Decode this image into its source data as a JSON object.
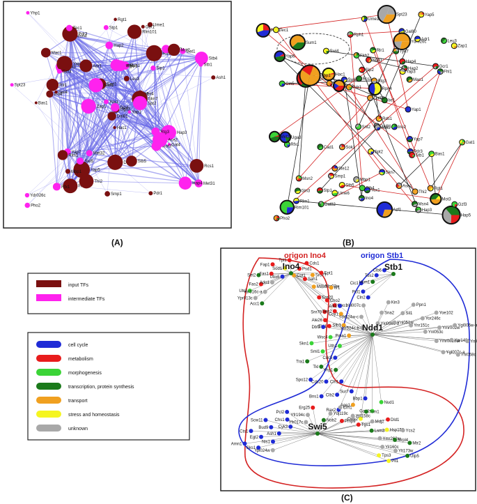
{
  "panel_a": {
    "caption": "(A)",
    "labels": [
      "Hac1",
      "Put3",
      "Uga3",
      "Ydr026c",
      "Met4",
      "Met32",
      "Ume1",
      "Rph1",
      "Rds1",
      "Yap1",
      "Msn4",
      "Met31",
      "Bas1",
      "Stb4",
      "Dal81",
      "Sip1",
      "Fhl1",
      "Sum1",
      "Leu3",
      "Yap7",
      "Cad1",
      "Pho2",
      "Yap5",
      "Rgm1",
      "Ino2",
      "Hap3",
      "Yap6",
      "Stp1",
      "Ino4",
      "Rtg3",
      "Ash1",
      "Sip4",
      "Dal80",
      "Yox1",
      "Adr1",
      "Gal80",
      "Mbp1",
      "Hap4",
      "Rcs1",
      "Gal4",
      "Rlm101",
      "Ndd1",
      "Swi4",
      "Mot3",
      "Thi2",
      "Spt23",
      "Skn7",
      "Rfx1",
      "Smp1",
      "Spt2",
      "Rlm1",
      "Stb1",
      "Mac1",
      "Ace2",
      "Pdr1",
      "Swi5",
      "Pdr3",
      "Yhp1",
      "Stb5",
      "Gat1",
      "Rgt1",
      "Zap1",
      "Rlr1",
      "Gzf3",
      "Mot2",
      "Tec1",
      "Gcr1",
      "Hap2"
    ]
  },
  "panel_b": {
    "caption": "(B)",
    "labels": [
      "Rim101",
      "Bas1",
      "Rds1",
      "Spt2",
      "Rph1",
      "Spt23",
      "Rgt1",
      "Gal80",
      "Thi2",
      "Smp1",
      "Hap5",
      "Gal4",
      "Stb5",
      "Ume1",
      "Ash1",
      "Hac1",
      "Pdr3",
      "Rfx1",
      "Snt2",
      "Zap1",
      "Pho4",
      "Rlm1",
      "Ino4",
      "Ino2",
      "Stb1",
      "Ydr026c",
      "Swi6",
      "Ndd1",
      "Fhl1",
      "Skn7",
      "Mot3",
      "Sok1",
      "Rlr1",
      "Pho2",
      "Dal81",
      "Azf1",
      "Stb4",
      "Mac1",
      "Cin5",
      "Mbp1",
      "Dig1",
      "Ste12",
      "Swi4",
      "Ume6",
      "Yap1",
      "Sip1",
      "Sip2",
      "Yox1",
      "Gat1",
      "Gzf3",
      "Yap6",
      "Rcs1",
      "Tec1",
      "Msn4",
      "Msn2",
      "Sum1",
      "Gcr1",
      "Pdr1",
      "Ixr1",
      "Yap7",
      "Rpn4",
      "Hap4",
      "Hap2",
      "Leu3",
      "Hap3",
      "Uga3",
      "Yap5",
      "Gln3",
      "Dal82",
      "Rtg3",
      "Xbp1",
      "Ace2",
      "Dal80",
      "Cad1",
      "Stp1",
      "Met32",
      "Tye7",
      "Adr1",
      "Fkh2",
      "Yap3"
    ]
  },
  "legend_tf": {
    "items": [
      {
        "label": "input TFs",
        "color": "#7a1010"
      },
      {
        "label": "intermediate TFs",
        "color": "#ff22ee"
      }
    ]
  },
  "legend_func": {
    "items": [
      {
        "label": "cell cycle",
        "color": "#1f2bd6"
      },
      {
        "label": "metabolism",
        "color": "#e81c1c"
      },
      {
        "label": "morphogenesis",
        "color": "#3bd437"
      },
      {
        "label": "transcription, protein synthesis",
        "color": "#1b7a1b"
      },
      {
        "label": "transport",
        "color": "#f0a020"
      },
      {
        "label": "stress and homeostasis",
        "color": "#f5f520"
      },
      {
        "label": "unknown",
        "color": "#a8a8a8"
      }
    ]
  },
  "panel_c": {
    "caption": "(C)",
    "origin_left": "origon Ino4",
    "origin_right": "origon Stb1",
    "hubs": [
      "Ino4",
      "Stb1",
      "Ndd1",
      "Swi5"
    ],
    "ino4_targets": [
      {
        "name": "Acc1",
        "c": "#1b7a1b"
      },
      {
        "name": "Ypr013c",
        "c": "#a8a8a8"
      },
      {
        "name": "Utr2",
        "c": "#3bd437"
      },
      {
        "name": "Yor316c-a",
        "c": "#a8a8a8"
      },
      {
        "name": "Fas2",
        "c": "#e81c1c"
      },
      {
        "name": "Set2",
        "c": "#1b7a1b"
      },
      {
        "name": "Ado1",
        "c": "#a8a8a8"
      },
      {
        "name": "Fas1",
        "c": "#e81c1c"
      },
      {
        "name": "Fap1",
        "c": "#e81c1c"
      },
      {
        "name": "Ubx6",
        "c": "#1f2bd6"
      },
      {
        "name": "Sod1",
        "c": "#f5f520"
      },
      {
        "name": "Tpi1",
        "c": "#e81c1c"
      },
      {
        "name": "Cot1",
        "c": "#f0a020"
      },
      {
        "name": "Psd1",
        "c": "#e81c1c"
      },
      {
        "name": "Cds1",
        "c": "#e81c1c"
      },
      {
        "name": "Sah1",
        "c": "#e81c1c"
      },
      {
        "name": "Sro77",
        "c": "#f0a020"
      },
      {
        "name": "Ept1",
        "c": "#e81c1c"
      },
      {
        "name": "Mas6",
        "c": "#f0a020"
      },
      {
        "name": "Ybr03w",
        "c": "#a8a8a8"
      },
      {
        "name": "Itr1",
        "c": "#f0a020"
      },
      {
        "name": "Erg20",
        "c": "#e81c1c"
      },
      {
        "name": "Cho2",
        "c": "#e81c1c"
      },
      {
        "name": "Cho1",
        "c": "#e81c1c"
      }
    ],
    "stb1_targets": [
      {
        "name": "Cln2",
        "c": "#1f2bd6"
      },
      {
        "name": "Pcl1",
        "c": "#1f2bd6"
      },
      {
        "name": "Cic1",
        "c": "#1f2bd6"
      },
      {
        "name": "Hcm1",
        "c": "#1b7a1b"
      },
      {
        "name": "Tos2",
        "c": "#1f2bd6"
      },
      {
        "name": "Clb6",
        "c": "#1f2bd6"
      }
    ],
    "shared_targets": [
      {
        "name": "Eki1",
        "c": "#e81c1c"
      },
      {
        "name": "Ale26",
        "c": "#e81c1c"
      },
      {
        "name": "Snr79",
        "c": "#e81c1c"
      },
      {
        "name": "Sen2",
        "c": "#e81c1c"
      },
      {
        "name": "Alk1",
        "c": "#1f2bd6"
      }
    ],
    "ndd1_targets": [
      {
        "name": "Nud1",
        "c": "#3bd437"
      },
      {
        "name": "Gas1",
        "c": "#3bd437"
      },
      {
        "name": "Cwp2",
        "c": "#f5f520"
      },
      {
        "name": "Bbp1",
        "c": "#1f2bd6"
      },
      {
        "name": "Age1",
        "c": "#f0a020"
      },
      {
        "name": "Rax2",
        "c": "#1f2bd6"
      },
      {
        "name": "Sur7",
        "c": "#1f2bd6"
      },
      {
        "name": "Clb2",
        "c": "#1f2bd6"
      },
      {
        "name": "Bns1",
        "c": "#1f2bd6"
      },
      {
        "name": "Cln1",
        "c": "#1f2bd6"
      },
      {
        "name": "Cdc20",
        "c": "#1f2bd6"
      },
      {
        "name": "Spo12",
        "c": "#1f2bd6"
      },
      {
        "name": "Yhp1",
        "c": "#1b7a1b"
      },
      {
        "name": "Tkl",
        "c": "#1b7a1b"
      },
      {
        "name": "Tra1",
        "c": "#1b7a1b"
      },
      {
        "name": "Cdc5",
        "c": "#1f2bd6"
      },
      {
        "name": "Sml1",
        "c": "#3bd437"
      },
      {
        "name": "Skn1",
        "c": "#3bd437"
      },
      {
        "name": "Uth1",
        "c": "#3bd437"
      },
      {
        "name": "Wsc4",
        "c": "#3bd437"
      },
      {
        "name": "Dbf2",
        "c": "#1f2bd6"
      },
      {
        "name": "Pma1",
        "c": "#f0a020"
      },
      {
        "name": "Sfb3",
        "c": "#f0a020"
      },
      {
        "name": "Coy1",
        "c": "#f0a020"
      },
      {
        "name": "Ydr524c-b",
        "c": "#a8a8a8"
      },
      {
        "name": "Ydr524w-c",
        "c": "#a8a8a8"
      },
      {
        "name": "Yol007c",
        "c": "#a8a8a8"
      },
      {
        "name": "Ykl096c-b",
        "c": "#a8a8a8"
      },
      {
        "name": "Sna2",
        "c": "#a8a8a8"
      },
      {
        "name": "Kin3",
        "c": "#a8a8a8"
      },
      {
        "name": "Ynl051w",
        "c": "#a8a8a8"
      },
      {
        "name": "Sil1",
        "c": "#a8a8a8"
      },
      {
        "name": "Ppn1",
        "c": "#a8a8a8"
      },
      {
        "name": "Ynr151c",
        "c": "#a8a8a8"
      },
      {
        "name": "Yor246c",
        "c": "#a8a8a8"
      },
      {
        "name": "Yoe102",
        "c": "#a8a8a8"
      },
      {
        "name": "Ynl053c",
        "c": "#a8a8a8"
      },
      {
        "name": "Ymr002w",
        "c": "#a8a8a8"
      },
      {
        "name": "Ygl006w-a",
        "c": "#a8a8a8"
      },
      {
        "name": "Ymr001c-a",
        "c": "#a8a8a8"
      },
      {
        "name": "Ypr148c",
        "c": "#a8a8a8"
      },
      {
        "name": "Ynl056w",
        "c": "#a8a8a8"
      },
      {
        "name": "Ygl007c-a",
        "c": "#a8a8a8"
      },
      {
        "name": "Ynl058c",
        "c": "#a8a8a8"
      }
    ],
    "swi5_targets": [
      {
        "name": "Ypl024w",
        "c": "#a8a8a8"
      },
      {
        "name": "Sks1",
        "c": "#1f2bd6"
      },
      {
        "name": "Amn1",
        "c": "#1f2bd6"
      },
      {
        "name": "Nis1",
        "c": "#1f2bd6"
      },
      {
        "name": "Egt2",
        "c": "#1f2bd6"
      },
      {
        "name": "Cts1",
        "c": "#1f2bd6"
      },
      {
        "name": "Ash1",
        "c": "#1f2bd6"
      },
      {
        "name": "Bud9",
        "c": "#1f2bd6"
      },
      {
        "name": "Scw11",
        "c": "#1f2bd6"
      },
      {
        "name": "Cyk3",
        "c": "#1f2bd6"
      },
      {
        "name": "Chs1",
        "c": "#1f2bd6"
      },
      {
        "name": "Pcl2",
        "c": "#1f2bd6"
      },
      {
        "name": "Yfr017c",
        "c": "#a8a8a8"
      },
      {
        "name": "Yfr194c",
        "c": "#a8a8a8"
      },
      {
        "name": "Erg25",
        "c": "#e81c1c"
      },
      {
        "name": "Nob2",
        "c": "#1b7a1b"
      },
      {
        "name": "Ydj119c",
        "c": "#a8a8a8"
      },
      {
        "name": "Crh1",
        "c": "#a8a8a8"
      },
      {
        "name": "Pmp9",
        "c": "#e81c1c"
      },
      {
        "name": "Ypl158c",
        "c": "#a8a8a8"
      },
      {
        "name": "Tom1",
        "c": "#1b7a1b"
      },
      {
        "name": "Tgs1",
        "c": "#e81c1c"
      },
      {
        "name": "Mdj2",
        "c": "#a8a8a8"
      },
      {
        "name": "Dld1",
        "c": "#e81c1c"
      },
      {
        "name": "Lsm3",
        "c": "#1b7a1b"
      },
      {
        "name": "Hsp150",
        "c": "#f5f520"
      },
      {
        "name": "Ycs2",
        "c": "#a8a8a8"
      },
      {
        "name": "Ymr262w",
        "c": "#a8a8a8"
      },
      {
        "name": "Mrpl4",
        "c": "#1b7a1b"
      },
      {
        "name": "Mtr2",
        "c": "#1b7a1b"
      },
      {
        "name": "Yil160c",
        "c": "#a8a8a8"
      },
      {
        "name": "Ylt173w",
        "c": "#a8a8a8"
      },
      {
        "name": "Utp5",
        "c": "#1b7a1b"
      },
      {
        "name": "Tps3",
        "c": "#f5f520"
      },
      {
        "name": "Pil1",
        "c": "#f5f520"
      }
    ]
  }
}
